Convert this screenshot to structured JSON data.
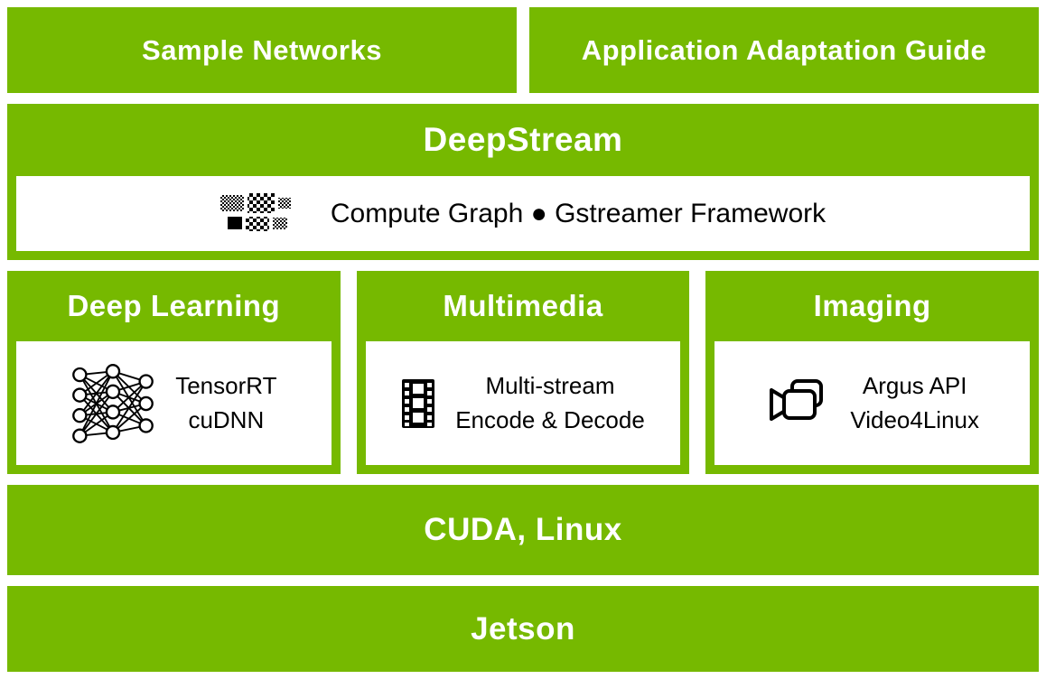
{
  "colors": {
    "nvidia_green": "#76b900",
    "text_on_green": "#ffffff",
    "text_on_white": "#000000"
  },
  "top_row": {
    "sample_networks": "Sample Networks",
    "adaptation_guide": "Application Adaptation Guide"
  },
  "deepstream": {
    "title": "DeepStream",
    "content": "Compute Graph ● Gstreamer Framework",
    "icon": "compute-graph-icon"
  },
  "middle_columns": [
    {
      "title": "Deep Learning",
      "icon": "neural-network-icon",
      "lines": [
        "TensorRT",
        "cuDNN"
      ]
    },
    {
      "title": "Multimedia",
      "icon": "film-strip-icon",
      "lines": [
        "Multi-stream",
        "Encode & Decode"
      ]
    },
    {
      "title": "Imaging",
      "icon": "video-camera-icon",
      "lines": [
        "Argus API",
        "Video4Linux"
      ]
    }
  ],
  "bottom_rows": {
    "cuda_linux": "CUDA, Linux",
    "jetson": "Jetson"
  }
}
